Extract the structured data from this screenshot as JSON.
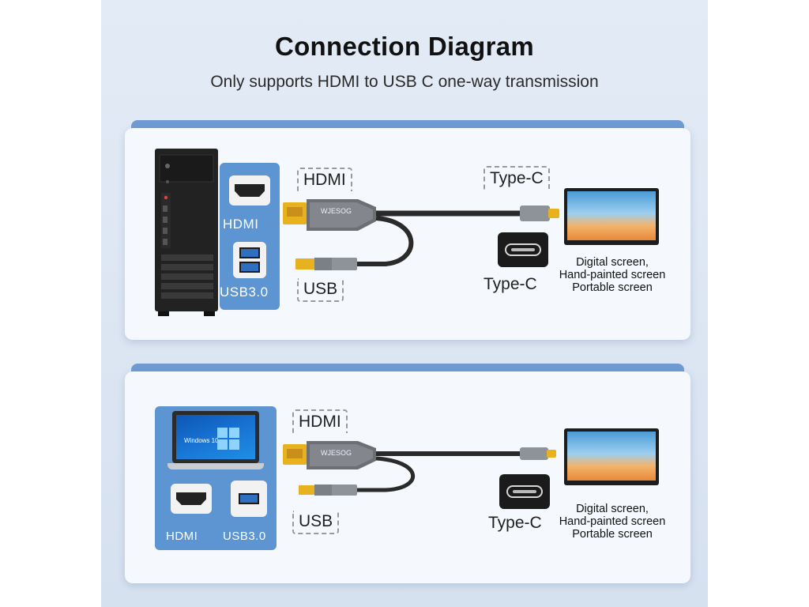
{
  "header": {
    "title": "Connection Diagram",
    "subtitle": "Only supports HDMI to USB C one-way transmission"
  },
  "diagram1": {
    "source_port_hdmi_label": "HDMI",
    "source_port_usb_label": "USB3.0",
    "callout_hdmi": "HDMI",
    "callout_usb": "USB",
    "callout_typec": "Type-C",
    "port_typec_label": "Type-C",
    "adapter_brand": "WJESOG",
    "display_desc": [
      "Digital screen,",
      "Hand-painted screen",
      "Portable screen"
    ]
  },
  "diagram2": {
    "screen_text": "Windows 10",
    "source_port_hdmi_label": "HDMI",
    "source_port_usb_label": "USB3.0",
    "callout_hdmi": "HDMI",
    "callout_usb": "USB",
    "port_typec_label": "Type-C",
    "adapter_brand": "WJESOG",
    "display_desc": [
      "Digital screen,",
      "Hand-painted screen",
      "Portable screen"
    ]
  },
  "colors": {
    "accent_blue": "#5d95d2",
    "hdmi_plug_gold": "#e8b21f",
    "background": "#dde6f3"
  }
}
